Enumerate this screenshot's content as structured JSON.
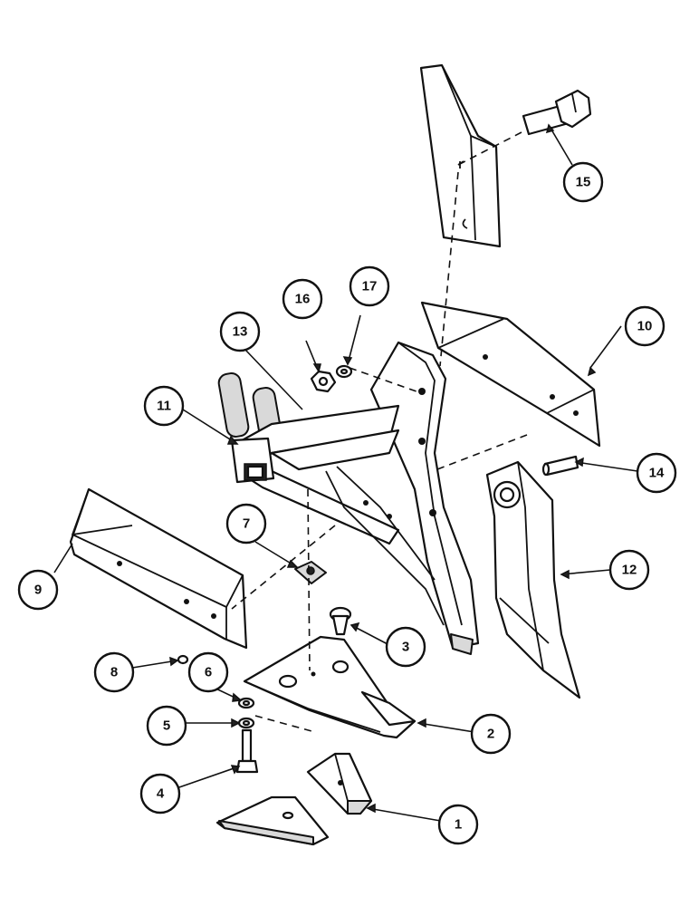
{
  "diagram": {
    "callouts": [
      {
        "id": "callout-1",
        "label": "1"
      },
      {
        "id": "callout-2",
        "label": "2"
      },
      {
        "id": "callout-3",
        "label": "3"
      },
      {
        "id": "callout-4",
        "label": "4"
      },
      {
        "id": "callout-5",
        "label": "5"
      },
      {
        "id": "callout-6",
        "label": "6"
      },
      {
        "id": "callout-7",
        "label": "7"
      },
      {
        "id": "callout-8",
        "label": "8"
      },
      {
        "id": "callout-9",
        "label": "9"
      },
      {
        "id": "callout-10",
        "label": "10"
      },
      {
        "id": "callout-11",
        "label": "11"
      },
      {
        "id": "callout-12",
        "label": "12"
      },
      {
        "id": "callout-13",
        "label": "13"
      },
      {
        "id": "callout-14",
        "label": "14"
      },
      {
        "id": "callout-15",
        "label": "15"
      },
      {
        "id": "callout-16",
        "label": "16"
      },
      {
        "id": "callout-17",
        "label": "17"
      }
    ]
  }
}
